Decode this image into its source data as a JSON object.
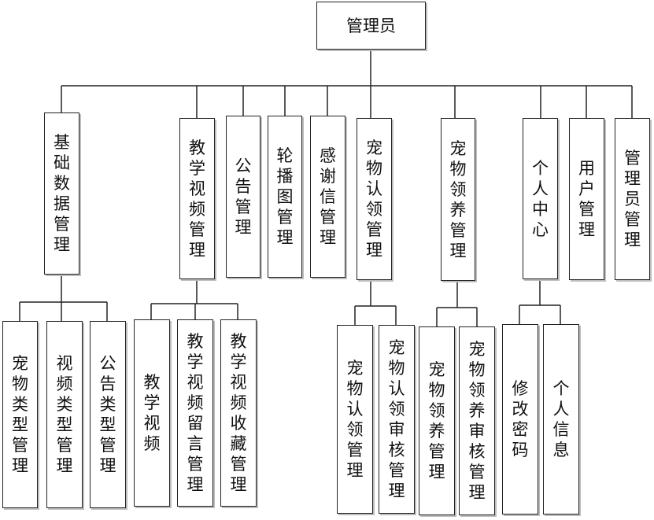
{
  "root": {
    "label": "管理员"
  },
  "modules": [
    {
      "label": "基础数据管理"
    },
    {
      "label": "教学视频管理"
    },
    {
      "label": "公告管理"
    },
    {
      "label": "轮播图管理"
    },
    {
      "label": "感谢信管理"
    },
    {
      "label": "宠物认领管理"
    },
    {
      "label": "宠物领养管理"
    },
    {
      "label": "个人中心"
    },
    {
      "label": "用户管理"
    },
    {
      "label": "管理员管理"
    }
  ],
  "submodules": {
    "basic_data": [
      {
        "label": "宠物类型管理"
      },
      {
        "label": "视频类型管理"
      },
      {
        "label": "公告类型管理"
      }
    ],
    "teaching_video": [
      {
        "label": "教学视频"
      },
      {
        "label": "教学视频留言管理"
      },
      {
        "label": "教学视频收藏管理"
      }
    ],
    "pet_claim": [
      {
        "label": "宠物认领管理"
      },
      {
        "label": "宠物认领审核管理"
      }
    ],
    "pet_adopt": [
      {
        "label": "宠物领养管理"
      },
      {
        "label": "宠物领养审核管理"
      }
    ],
    "personal_center": [
      {
        "label": "修改密码"
      },
      {
        "label": "个人信息"
      }
    ]
  }
}
